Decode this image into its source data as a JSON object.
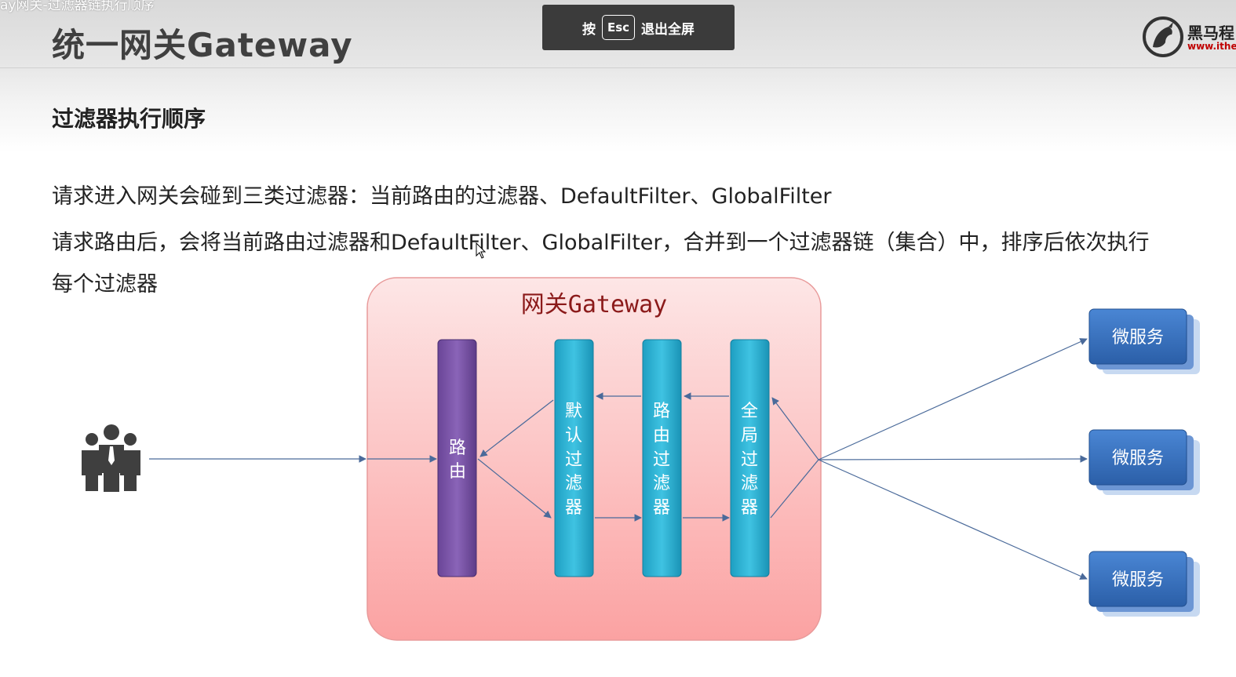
{
  "video_title": "ay网关-过滤器链执行顺序",
  "header": {
    "title": "统一网关Gateway",
    "logo_text": "黑马程",
    "logo_url": "www.ithe"
  },
  "toast": {
    "prefix": "按",
    "key": "Esc",
    "suffix": "退出全屏"
  },
  "subtitle": "过滤器执行顺序",
  "paragraphs": {
    "line1": "请求进入网关会碰到三类过滤器：当前路由的过滤器、DefaultFilter、GlobalFilter",
    "line2": "请求路由后，会将当前路由过滤器和DefaultFilter、GlobalFilter，合并到一个过滤器链（集合）中，排序后依次执行",
    "line3": "每个过滤器"
  },
  "diagram": {
    "gateway_title": "网关Gateway",
    "route_chars": [
      "路",
      "由"
    ],
    "filters": [
      {
        "chars": [
          "默",
          "认",
          "过",
          "滤",
          "器"
        ]
      },
      {
        "chars": [
          "路",
          "由",
          "过",
          "滤",
          "器"
        ]
      },
      {
        "chars": [
          "全",
          "局",
          "过",
          "滤",
          "器"
        ]
      }
    ],
    "services": [
      "微服务",
      "微服务",
      "微服务"
    ],
    "colors": {
      "gateway_fill_top": "#fde6e6",
      "gateway_fill_bottom": "#fba2a2",
      "gateway_title": "#8b1a1a",
      "route_bar": "#7b55a8",
      "filter_bar": "#2fb5d6",
      "service_box": "#3a70bf",
      "arrow": "#4a6a9a",
      "users_icon": "#3f3f3f"
    }
  }
}
